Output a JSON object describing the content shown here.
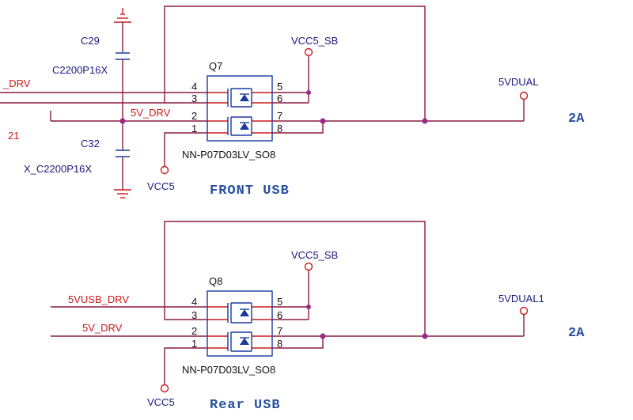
{
  "front": {
    "cap1_ref": "C29",
    "cap1_val": "C2200P16X",
    "cap2_ref": "C32",
    "cap2_val": "X_C2200P16X",
    "net_drv_left": "_DRV",
    "net_5v_drv": "5V_DRV",
    "left_num": "21",
    "ref": "Q7",
    "part": "NN-P07D03LV_SO8",
    "vcc5sb": "VCC5_SB",
    "vcc5": "VCC5",
    "out_net": "5VDUAL",
    "current": "2A",
    "title": "FRONT USB",
    "pins_left": [
      "4",
      "3",
      "2",
      "1"
    ],
    "pins_right": [
      "5",
      "6",
      "7",
      "8"
    ]
  },
  "rear": {
    "net_usb_drv": "5VUSB_DRV",
    "net_5v_drv": "5V_DRV",
    "ref": "Q8",
    "part": "NN-P07D03LV_SO8",
    "vcc5sb": "VCC5_SB",
    "vcc5": "VCC5",
    "out_net": "5VDUAL1",
    "current": "2A",
    "title": "Rear USB",
    "pins_left": [
      "4",
      "3",
      "2",
      "1"
    ],
    "pins_right": [
      "5",
      "6",
      "7",
      "8"
    ]
  },
  "colors": {
    "wire": "#8a1c3c",
    "net_label": "#cc1a1a",
    "component": "#1a3aa0",
    "title": "#2850a0",
    "junction": "#9a2a8a"
  }
}
